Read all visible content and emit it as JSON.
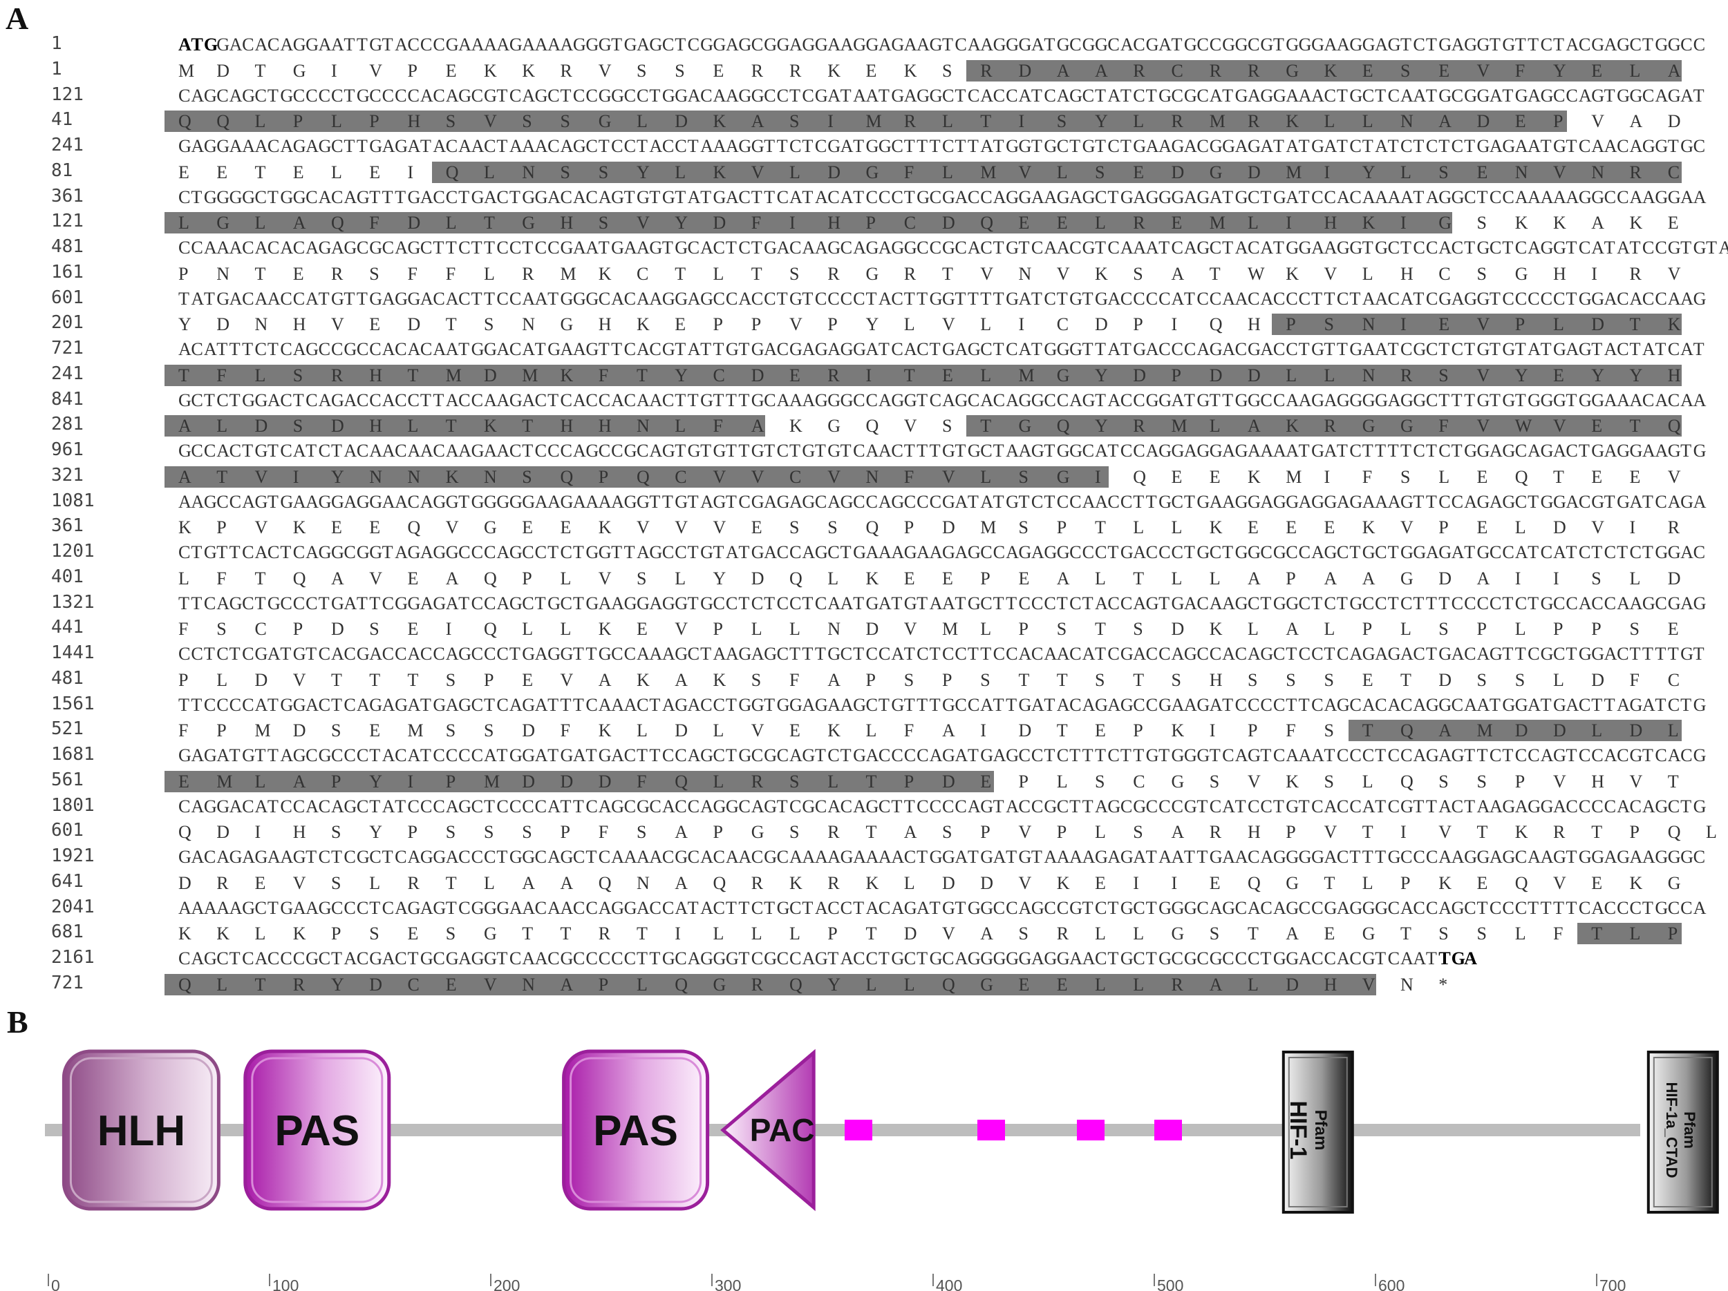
{
  "panels": {
    "a": "A",
    "b": "B"
  },
  "sequence_rows": [
    {
      "nt_num": "1",
      "nt": "ATGGACACAGGAATTGTACCCGAAAAGAAAAGGGTGAGCTCGGAGCGGAGGAAGGAGAAGTCAAGGGATGCGGCACGATGCCGGCGTGGGAAGGAGTCTGAGGTGTTCTACGAGCTGGCC",
      "nt_bold_start": 3,
      "nt_bold_end": 0,
      "aa_num": "1",
      "aa": "MDTGIVPEKKRVSSERRKEKSRDAARCRRGKESEVFYELA",
      "shades": [
        [
          21,
          39
        ]
      ]
    },
    {
      "nt_num": "121",
      "nt": "CAGCAGCTGCCCCTGCCCCACAGCGTCAGCTCCGGCCTGGACAAGGCCTCGATAATGAGGCTCACCATCAGCTATCTGCGCATGAGGAAACTGCTCAATGCGGATGAGCCAGTGGCAGAT",
      "nt_bold_start": 0,
      "nt_bold_end": 0,
      "aa_num": "41",
      "aa": "QQLPLPHSVSSGLDKASIMRLTISYLRMRKLLNADEPVAD",
      "shades": [
        [
          0,
          36
        ]
      ]
    },
    {
      "nt_num": "241",
      "nt": "GAGGAAACAGAGCTTGAGATACAACTAAACAGCTCCTACCTAAAGGTTCTCGATGGCTTTCTTATGGTGCTGTCTGAAGACGGAGATATGATCTATCTCTCTGAGAATGTCAACAGGTGC",
      "nt_bold_start": 0,
      "nt_bold_end": 0,
      "aa_num": "81",
      "aa": "EETELEIQLNSSYLKVLDGFLMVLSEDGDMIYLSENVNRC",
      "shades": [
        [
          7,
          39
        ]
      ]
    },
    {
      "nt_num": "361",
      "nt": "CTGGGGCTGGCACAGTTTGACCTGACTGGACACAGTGTGTATGACTTCATACATCCCTGCGACCAGGAAGAGCTGAGGGAGATGCTGATCCACAAAATAGGCTCCAAAAAGGCCAAGGAA",
      "nt_bold_start": 0,
      "nt_bold_end": 0,
      "aa_num": "121",
      "aa": "LGLAQFDLTGHSVYDFIHPCDQEELREMLIHKIGSKKAKE",
      "shades": [
        [
          0,
          33
        ]
      ]
    },
    {
      "nt_num": "481",
      "nt": "CCAAACACACAGAGCGCAGCTTCTTCCTCCGAATGAAGTGCACTCTGACAAGCAGAGGCCGCACTGTCAACGTCAAATCAGCTACATGGAAGGTGCTCCACTGCTCAGGTCATATCCGTGTA",
      "nt_bold_start": 0,
      "nt_bold_end": 0,
      "aa_num": "161",
      "aa": "PNTERSFFLRMKCTLTSRGRTVNVKSATWKVLHCSGHIRV",
      "shades": []
    },
    {
      "nt_num": "601",
      "nt": "TATGACAACCATGTTGAGGACACTTCCAATGGGCACAAGGAGCCACCTGTCCCCTACTTGGTTTTGATCTGTGACCCCATCCAACACCCTTCTAACATCGAGGTCCCCCTGGACACCAAG",
      "nt_bold_start": 0,
      "nt_bold_end": 0,
      "aa_num": "201",
      "aa": "YDNHVEDTSNGHKEPPVPYLVLICDPIQHPSNIEVPLDTK",
      "shades": [
        [
          29,
          39
        ]
      ]
    },
    {
      "nt_num": "721",
      "nt": "ACATTTCTCAGCCGCCACACAATGGACATGAAGTTCACGTATTGTGACGAGAGGATCACTGAGCTCATGGGTTATGACCCAGACGACCTGTTGAATCGCTCTGTGTATGAGTACTATCAT",
      "nt_bold_start": 0,
      "nt_bold_end": 0,
      "aa_num": "241",
      "aa": "TFLSRHTMDMKFTYCDERITELMGYDPDDLLNRSVYEYYH",
      "shades": [
        [
          0,
          39
        ]
      ]
    },
    {
      "nt_num": "841",
      "nt": "GCTCTGGACTCAGACCACCTTACCAAGACTCACCACAACTTGTTTGCAAAGGGCCAGGTCAGCACAGGCCAGTACCGGATGTTGGCCAAGAGGGGAGGCTTTGTGTGGGTGGAAACACAA",
      "nt_bold_start": 0,
      "nt_bold_end": 0,
      "aa_num": "281",
      "aa": "ALDSDHLTKTHHNLFAKGQVSTGQYRMLAKRGGFVWVETQ",
      "shades": [
        [
          0,
          15
        ],
        [
          21,
          39
        ]
      ]
    },
    {
      "nt_num": "961",
      "nt": "GCCACTGTCATCTACAACAACAAGAACTCCCAGCCGCAGTGTGTTGTCTGTGTCAACTTTGTGCTAAGTGGCATCCAGGAGGAGAAAATGATCTTTTCTCTGGAGCAGACTGAGGAAGTG",
      "nt_bold_start": 0,
      "nt_bold_end": 0,
      "aa_num": "321",
      "aa": "ATVIYNNKNSQPQCVVCVNFVLSGIQEEKMIFSLEQTEEV",
      "shades": [
        [
          0,
          24
        ]
      ]
    },
    {
      "nt_num": "1081",
      "nt": "AAGCCAGTGAAGGAGGAACAGGTGGGGGAAGAAAAGGTTGTAGTCGAGAGCAGCCAGCCCGATATGTCTCCAACCTTGCTGAAGGAGGAGGAGAAAGTTCCAGAGCTGGACGTGATCAGA",
      "nt_bold_start": 0,
      "nt_bold_end": 0,
      "aa_num": "361",
      "aa": "KPVKEEQVGEEKVVVESSQPDMSPTLLKEEEKVPELDVIR",
      "shades": []
    },
    {
      "nt_num": "1201",
      "nt": "CTGTTCACTCAGGCGGTAGAGGCCCAGCCTCTGGTTAGCCTGTATGACCAGCTGAAAGAAGAGCCAGAGGCCCTGACCCTGCTGGCGCCAGCTGCTGGAGATGCCATCATCTCTCTGGAC",
      "nt_bold_start": 0,
      "nt_bold_end": 0,
      "aa_num": "401",
      "aa": "LFTQAVEAQPLVSLYDQLKEEPEALTLLAPAAGDAIISLD",
      "shades": []
    },
    {
      "nt_num": "1321",
      "nt": "TTCAGCTGCCCTGATTCGGAGATCCAGCTGCTGAAGGAGGTGCCTCTCCTCAATGATGTAATGCTTCCCTCTACCAGTGACAAGCTGGCTCTGCCTCTTTCCCCTCTGCCACCAAGCGAG",
      "nt_bold_start": 0,
      "nt_bold_end": 0,
      "aa_num": "441",
      "aa": "FSCPDSEIQLLKEVPLLNDVMLPSTSDKLALPLSPLPPSE",
      "shades": []
    },
    {
      "nt_num": "1441",
      "nt": "CCTCTCGATGTCACGACCACCAGCCCTGAGGTTGCCAAAGCTAAGAGCTTTGCTCCATCTCCTTCCACAACATCGACCAGCCACAGCTCCTCAGAGACTGACAGTTCGCTGGACTTTTGT",
      "nt_bold_start": 0,
      "nt_bold_end": 0,
      "aa_num": "481",
      "aa": "PLDVTTTSPEVAKAKSFAPSPSTTSTSHSSSETDSSLDFC",
      "shades": []
    },
    {
      "nt_num": "1561",
      "nt": "TTCCCCATGGACTCAGAGATGAGCTCAGATTTCAAACTAGACCTGGTGGAGAAGCTGTTTGCCATTGATACAGAGCCGAAGATCCCCTTCAGCACACAGGCAATGGATGACTTAGATCTG",
      "nt_bold_start": 0,
      "nt_bold_end": 0,
      "aa_num": "521",
      "aa": "FPMDSEMSSDFKLDLVEKLFAIDTEPKIPFSTQAMDDLDL",
      "shades": [
        [
          31,
          39
        ]
      ]
    },
    {
      "nt_num": "1681",
      "nt": "GAGATGTTAGCGCCCTACATCCCCATGGATGATGACTTCCAGCTGCGCAGTCTGACCCCAGATGAGCCTCTTTCTTGTGGGTCAGTCAAATCCCTCCAGAGTTCTCCAGTCCACGTCACG",
      "nt_bold_start": 0,
      "nt_bold_end": 0,
      "aa_num": "561",
      "aa": "EMLAPYIPMDDDFQLRSLTPDEPLSCGSVKSLQSSPVHVT",
      "shades": [
        [
          0,
          21
        ]
      ]
    },
    {
      "nt_num": "1801",
      "nt": "CAGGACATCCACAGCTATCCCAGCTCCCCATTCAGCGCACCAGGCAGTCGCACAGCTTCCCCAGTACCGCTTAGCGCCCGTCATCCTGTCACCATCGTTACTAAGAGGACCCCACAGCTG",
      "nt_bold_start": 0,
      "nt_bold_end": 0,
      "aa_num": "601",
      "aa": "QDIHSYPSSSPFSAPGSRTASPVPLSARHPVTIVTKRTPQL",
      "shades": []
    },
    {
      "nt_num": "1921",
      "nt": "GACAGAGAAGTCTCGCTCAGGACCCTGGCAGCTCAAAACGCACAACGCAAAAGAAAACTGGATGATGTAAAAGAGATAATTGAACAGGGGACTTTGCCCAAGGAGCAAGTGGAGAAGGGC",
      "nt_bold_start": 0,
      "nt_bold_end": 0,
      "aa_num": "641",
      "aa": "DREVSLRTLAAQNAQRKRKLDDVKEIIEQGTLPKEQVEKG",
      "shades": []
    },
    {
      "nt_num": "2041",
      "nt": "AAAAAGCTGAAGCCCTCAGAGTCGGGAACAACCAGGACCATACTTCTGCTACCTACAGATGTGGCCAGCCGTCTGCTGGGCAGCACAGCCGAGGGCACCAGCTCCCTTTTCACCCTGCCA",
      "nt_bold_start": 0,
      "nt_bold_end": 0,
      "aa_num": "681",
      "aa": "KKLKPSESGTTRTILLLPTDVASRLLGSTAEGTSSLFTLP",
      "shades": [
        [
          37,
          39
        ]
      ]
    },
    {
      "nt_num": "2161",
      "nt": "CAGCTCACCCGCTACGACTGCGAGGTCAACGCCCCCTTGCAGGGTCGCCAGTACCTGCTGCAGGGGGAGGAACTGCTGCGCGCCCTGGACCACGTCAATTGA",
      "nt_bold_start": 0,
      "nt_bold_end": 3,
      "aa_num": "721",
      "aa": "QLTRYDCEVNAPLQGRQYLLQGEELLRALDHVN*",
      "shades": [
        [
          0,
          31
        ]
      ]
    }
  ],
  "domain_map": {
    "domains": [
      {
        "label": "HLH",
        "kind": "hlh",
        "start": 7,
        "end": 77
      },
      {
        "label": "PAS",
        "kind": "pas",
        "start": 89,
        "end": 154
      },
      {
        "label": "PAS",
        "kind": "pas",
        "start": 233,
        "end": 298
      },
      {
        "label": "PAC",
        "kind": "pac",
        "start": 305,
        "end": 346
      }
    ],
    "motifs": [
      {
        "start": 360,
        "end": 370
      },
      {
        "start": 420,
        "end": 430
      },
      {
        "start": 465,
        "end": 475
      },
      {
        "start": 500,
        "end": 510
      }
    ],
    "pfam_boxes": [
      {
        "title": "Pfam",
        "name": "HIF-1",
        "position": 574
      },
      {
        "title": "Pfam",
        "name": "HIF-1a_CTAD",
        "position": 739
      }
    ],
    "axis_ticks": [
      0,
      100,
      200,
      300,
      400,
      500,
      600,
      700
    ],
    "colors": {
      "backbone": "#bdbdbd",
      "domain": "#9b1f9b",
      "hlh": "#8e4a86",
      "motif": "#ff00ff",
      "shade": "#7a7a7a"
    }
  }
}
